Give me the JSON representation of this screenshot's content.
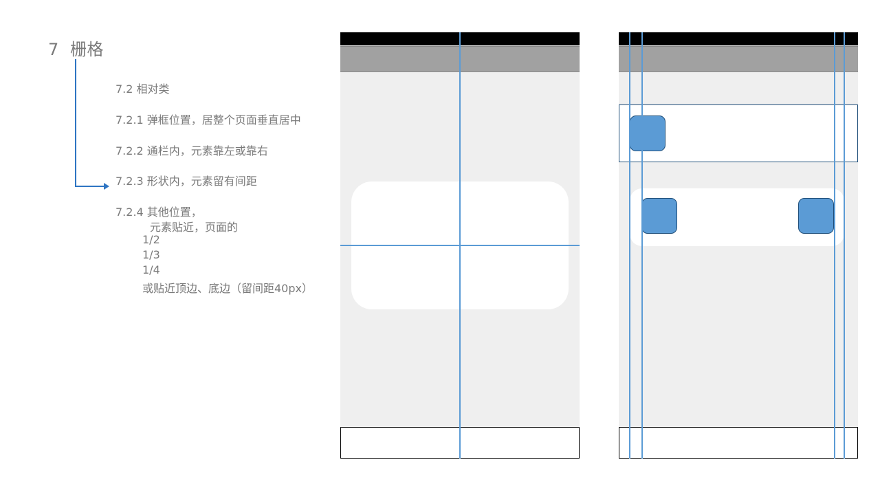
{
  "heading": {
    "number": "7",
    "title": "栅格"
  },
  "outline": {
    "items": [
      {
        "label": "7.2 相对类"
      },
      {
        "label": "7.2.1 弹框位置，居整个页面垂直居中"
      },
      {
        "label": "7.2.2 通栏内，元素靠左或靠右"
      },
      {
        "label": "7.2.3 形状内，元素留有间距"
      },
      {
        "label": "7.2.4 其他位置，"
      }
    ],
    "sub_lines": [
      "元素贴近，页面的",
      "1/2",
      "1/3",
      "1/4",
      "或贴近顶边、底边（留间距40px）"
    ]
  },
  "colors": {
    "guide_line": "#5b9bd5",
    "bracket_arrow": "#2e75c3",
    "shape_fill": "#5b9bd5",
    "shape_border": "#1f4e79",
    "status_bar": "#000000",
    "nav_bar": "#a1a1a1",
    "page_bg": "#efefef"
  },
  "mockups": [
    {
      "name": "centered-dialog-mockup",
      "description": "dialog vertically and horizontally centered on page"
    },
    {
      "name": "edge-aligned-elements-mockup",
      "description": "elements aligned left/right within full-width bar and rounded panel"
    }
  ]
}
